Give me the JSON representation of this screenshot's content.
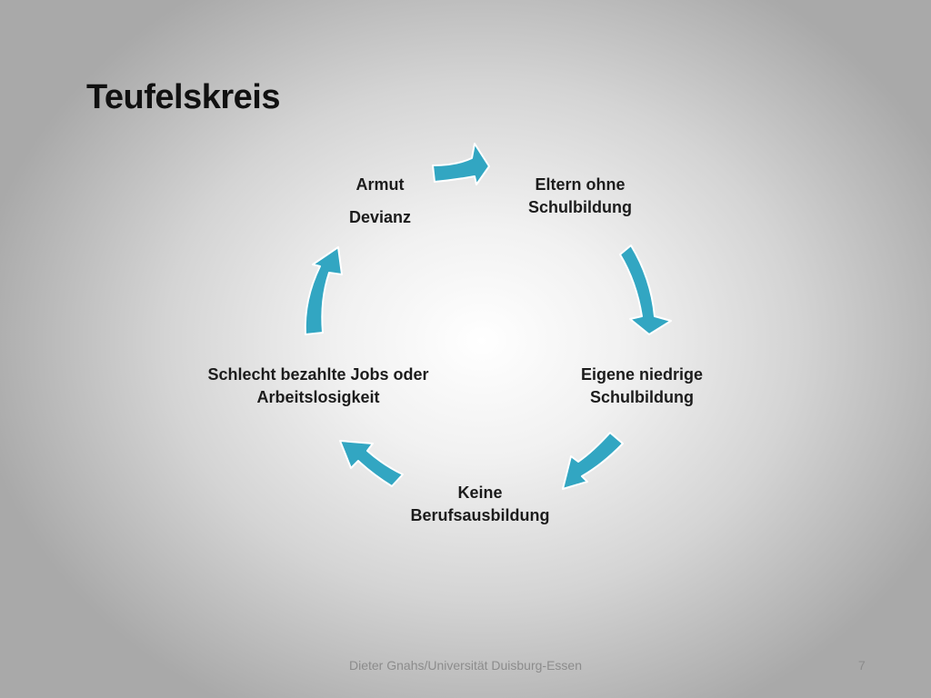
{
  "slide": {
    "title": "Teufelskreis",
    "footer": "Dieter Gnahs/Universität Duisburg-Essen",
    "page_number": "7"
  },
  "cycle": {
    "arrow_color": "#32a6c2",
    "arrow_outline": "#ffffff",
    "nodes": [
      {
        "id": "eltern",
        "lines": [
          "Eltern ohne",
          "Schulbildung"
        ]
      },
      {
        "id": "eigene",
        "lines": [
          "Eigene niedrige",
          "Schulbildung"
        ]
      },
      {
        "id": "keine",
        "lines": [
          "Keine",
          "Berufsausbildung"
        ]
      },
      {
        "id": "jobs",
        "lines": [
          "Schlecht bezahlte Jobs oder",
          "Arbeitslosigkeit"
        ]
      },
      {
        "id": "armut",
        "lines": [
          "Armut",
          "Devianz"
        ]
      }
    ]
  }
}
